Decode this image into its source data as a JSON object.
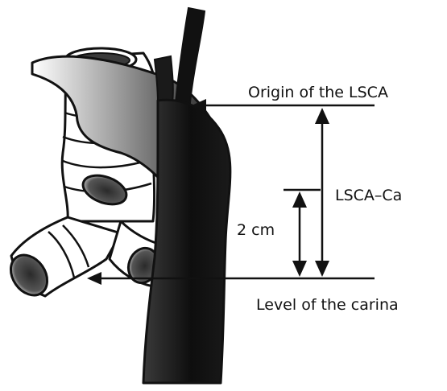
{
  "labels": {
    "origin": "Origin of the LSCA",
    "distance": "LSCA–Ca",
    "two_cm": "2 cm",
    "carina": "Level of the carina"
  },
  "colors": {
    "ink": "#111111",
    "vessel_dark": "#1a1a1a",
    "background": "#ffffff"
  }
}
